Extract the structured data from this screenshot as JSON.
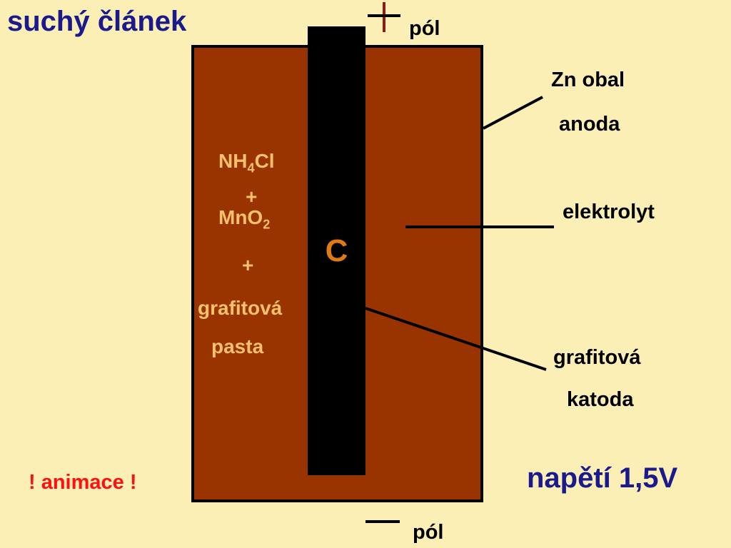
{
  "title": "suchý článek",
  "cathode_rod_label": "C",
  "paste": {
    "nh": "NH",
    "nh_sub": "4",
    "cl": "Cl",
    "plus1": "+",
    "mno": "MnO",
    "mno_sub": "2",
    "plus2": "+",
    "line1": "grafitová",
    "line2": "pasta"
  },
  "labels": {
    "positive_pole": "pól",
    "negative_pole": "pól",
    "zn_obal": "Zn obal",
    "anoda": "anoda",
    "elektrolyt": "elektrolyt",
    "grafitova": "grafitová",
    "katoda": "katoda"
  },
  "animation_note": "! animace !",
  "voltage": "napětí 1,5V",
  "colors": {
    "background": "#fbefb6",
    "cell_fill": "#993300",
    "title": "#1a1a8c",
    "paste_text": "#f5c16c",
    "rod_label": "#e07a14",
    "plus_sign": "#8b1a1a",
    "animation_note": "#ff1010"
  }
}
